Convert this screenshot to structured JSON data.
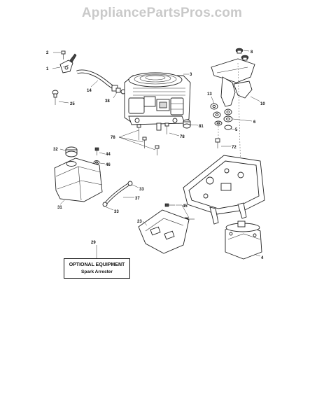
{
  "watermark": "AppliancePartsPros.com",
  "callouts": [
    {
      "id": "c2",
      "text": "2"
    },
    {
      "id": "c1",
      "text": "1"
    },
    {
      "id": "c14",
      "text": "14"
    },
    {
      "id": "c25",
      "text": "25"
    },
    {
      "id": "c38",
      "text": "38"
    },
    {
      "id": "c3",
      "text": "3"
    },
    {
      "id": "c8",
      "text": "8"
    },
    {
      "id": "c13",
      "text": "13"
    },
    {
      "id": "c10",
      "text": "10"
    },
    {
      "id": "c6",
      "text": "6"
    },
    {
      "id": "c5",
      "text": "5"
    },
    {
      "id": "c81",
      "text": "81"
    },
    {
      "id": "c78a",
      "text": "78"
    },
    {
      "id": "c78b",
      "text": "78"
    },
    {
      "id": "c72",
      "text": "72"
    },
    {
      "id": "c32",
      "text": "32"
    },
    {
      "id": "c44",
      "text": "44"
    },
    {
      "id": "c46",
      "text": "46"
    },
    {
      "id": "c33a",
      "text": "33"
    },
    {
      "id": "c37",
      "text": "37"
    },
    {
      "id": "c31",
      "text": "31"
    },
    {
      "id": "c33b",
      "text": "33"
    },
    {
      "id": "c45",
      "text": "45"
    },
    {
      "id": "c23",
      "text": "23"
    },
    {
      "id": "c29",
      "text": "29"
    },
    {
      "id": "c4",
      "text": "4"
    }
  ],
  "optional_box": {
    "title": "OPTIONAL EQUIPMENT",
    "subtitle": "Spark Arrester"
  }
}
